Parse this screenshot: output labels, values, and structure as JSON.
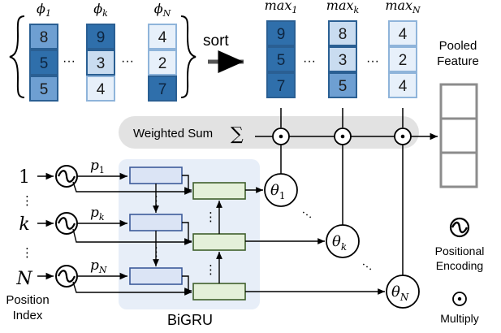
{
  "colors": {
    "dark_blue": "#2f6fab",
    "mid_blue": "#6e9fd2",
    "light_blue": "#c9dcf0",
    "pale_blue": "#e7f0fa",
    "outline_blue": "#2a5f93",
    "gru_fwd_fill": "#dbe4f5",
    "gru_fwd_stroke": "#3d5a99",
    "gru_bwd_fill": "#e4f0d9",
    "gru_bwd_stroke": "#3f5f2c",
    "bigru_panel": "#e7eef8",
    "weighted_bar": "#e2e2e2",
    "pooled_stroke": "#8c8c8c",
    "line": "#000000"
  },
  "phi_sets": [
    {
      "label": "ϕ",
      "sub": "1",
      "values": [
        "8",
        "5",
        "5"
      ],
      "shades": [
        "mid",
        "dark",
        "mid"
      ]
    },
    {
      "label": "ϕ",
      "sub": "k",
      "values": [
        "9",
        "3",
        "4"
      ],
      "shades": [
        "dark",
        "light",
        "pale"
      ]
    },
    {
      "label": "ϕ",
      "sub": "N",
      "values": [
        "4",
        "2",
        "7"
      ],
      "shades": [
        "pale",
        "pale",
        "dark"
      ]
    }
  ],
  "ellipsis": "···",
  "sort_label": "sort",
  "max_sets": [
    {
      "label": "max",
      "sub": "1",
      "values": [
        "9",
        "5",
        "7"
      ],
      "shades": [
        "dark",
        "dark",
        "dark"
      ]
    },
    {
      "label": "max",
      "sub": "k",
      "values": [
        "8",
        "3",
        "5"
      ],
      "shades": [
        "light",
        "light",
        "mid"
      ]
    },
    {
      "label": "max",
      "sub": "N",
      "values": [
        "4",
        "2",
        "4"
      ],
      "shades": [
        "pale",
        "pale",
        "pale"
      ]
    }
  ],
  "pooled_feature": {
    "line1": "Pooled",
    "line2": "Feature"
  },
  "weighted_sum_label": "Weighted Sum",
  "sigma": "∑",
  "positions": [
    {
      "index": "1",
      "p_label": "p",
      "p_sub": "1",
      "theta_label": "θ",
      "theta_sub": "1"
    },
    {
      "index": "k",
      "p_label": "p",
      "p_sub": "k",
      "theta_label": "θ",
      "theta_sub": "k"
    },
    {
      "index": "N",
      "p_label": "p",
      "p_sub": "N",
      "theta_label": "θ",
      "theta_sub": "N"
    }
  ],
  "vdots": "⋮",
  "position_index": {
    "line1": "Position",
    "line2": "Index"
  },
  "bigru_label": "BiGRU",
  "legend": {
    "pos_enc_line1": "Positional",
    "pos_enc_line2": "Encoding",
    "multiply": "Multiply"
  }
}
